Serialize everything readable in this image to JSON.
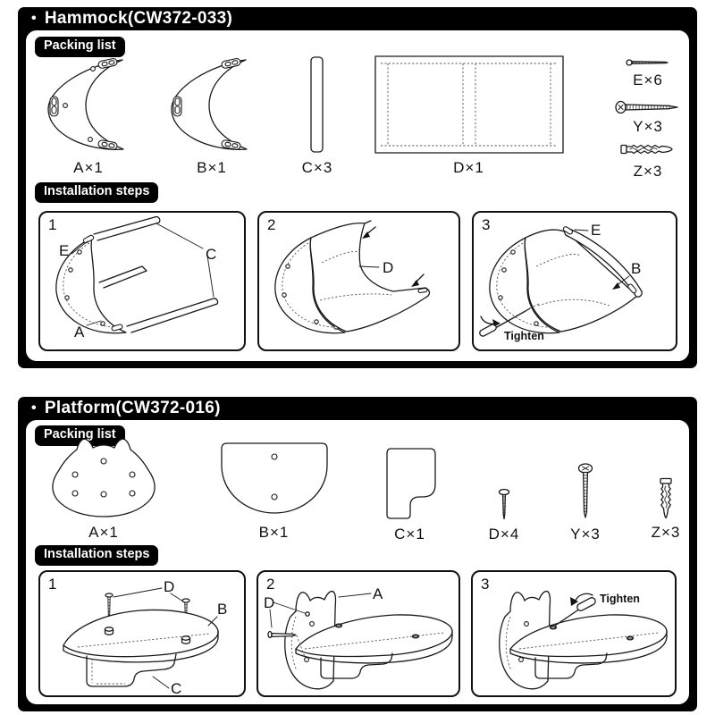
{
  "colors": {
    "ink": "#000000",
    "paper": "#ffffff"
  },
  "sections": [
    {
      "bullet": "•",
      "title": "Hammock(CW372-033)",
      "packing_label": "Packing list",
      "steps_label": "Installation steps",
      "parts": [
        {
          "id": "A",
          "label": "A×1",
          "shape": "crescent-board"
        },
        {
          "id": "B",
          "label": "B×1",
          "shape": "crescent-board"
        },
        {
          "id": "C",
          "label": "C×3",
          "shape": "support-bar"
        },
        {
          "id": "D",
          "label": "D×1",
          "shape": "fabric-panel"
        },
        {
          "id": "E",
          "label": "E×6",
          "shape": "small-screw"
        },
        {
          "id": "Y",
          "label": "Y×3",
          "shape": "long-screw"
        },
        {
          "id": "Z",
          "label": "Z×3",
          "shape": "wall-anchor"
        }
      ],
      "steps": [
        {
          "num": "1",
          "callouts": {
            "a": "E",
            "b": "C",
            "c": "A"
          }
        },
        {
          "num": "2",
          "callouts": {
            "a": "D"
          }
        },
        {
          "num": "3",
          "callouts": {
            "a": "E",
            "b": "B"
          },
          "note": "Tighten"
        }
      ]
    },
    {
      "bullet": "•",
      "title": "Platform(CW372-016)",
      "packing_label": "Packing list",
      "steps_label": "Installation steps",
      "parts": [
        {
          "id": "A",
          "label": "A×1",
          "shape": "cat-head-board"
        },
        {
          "id": "B",
          "label": "B×1",
          "shape": "round-bottom-board"
        },
        {
          "id": "C",
          "label": "C×1",
          "shape": "notched-board"
        },
        {
          "id": "D",
          "label": "D×4",
          "shape": "small-screw"
        },
        {
          "id": "Y",
          "label": "Y×3",
          "shape": "long-screw"
        },
        {
          "id": "Z",
          "label": "Z×3",
          "shape": "wall-anchor"
        }
      ],
      "steps": [
        {
          "num": "1",
          "callouts": {
            "a": "D",
            "b": "B",
            "c": "C"
          }
        },
        {
          "num": "2",
          "callouts": {
            "a": "A",
            "b": "D"
          }
        },
        {
          "num": "3",
          "callouts": {},
          "note": "Tighten"
        }
      ]
    }
  ]
}
